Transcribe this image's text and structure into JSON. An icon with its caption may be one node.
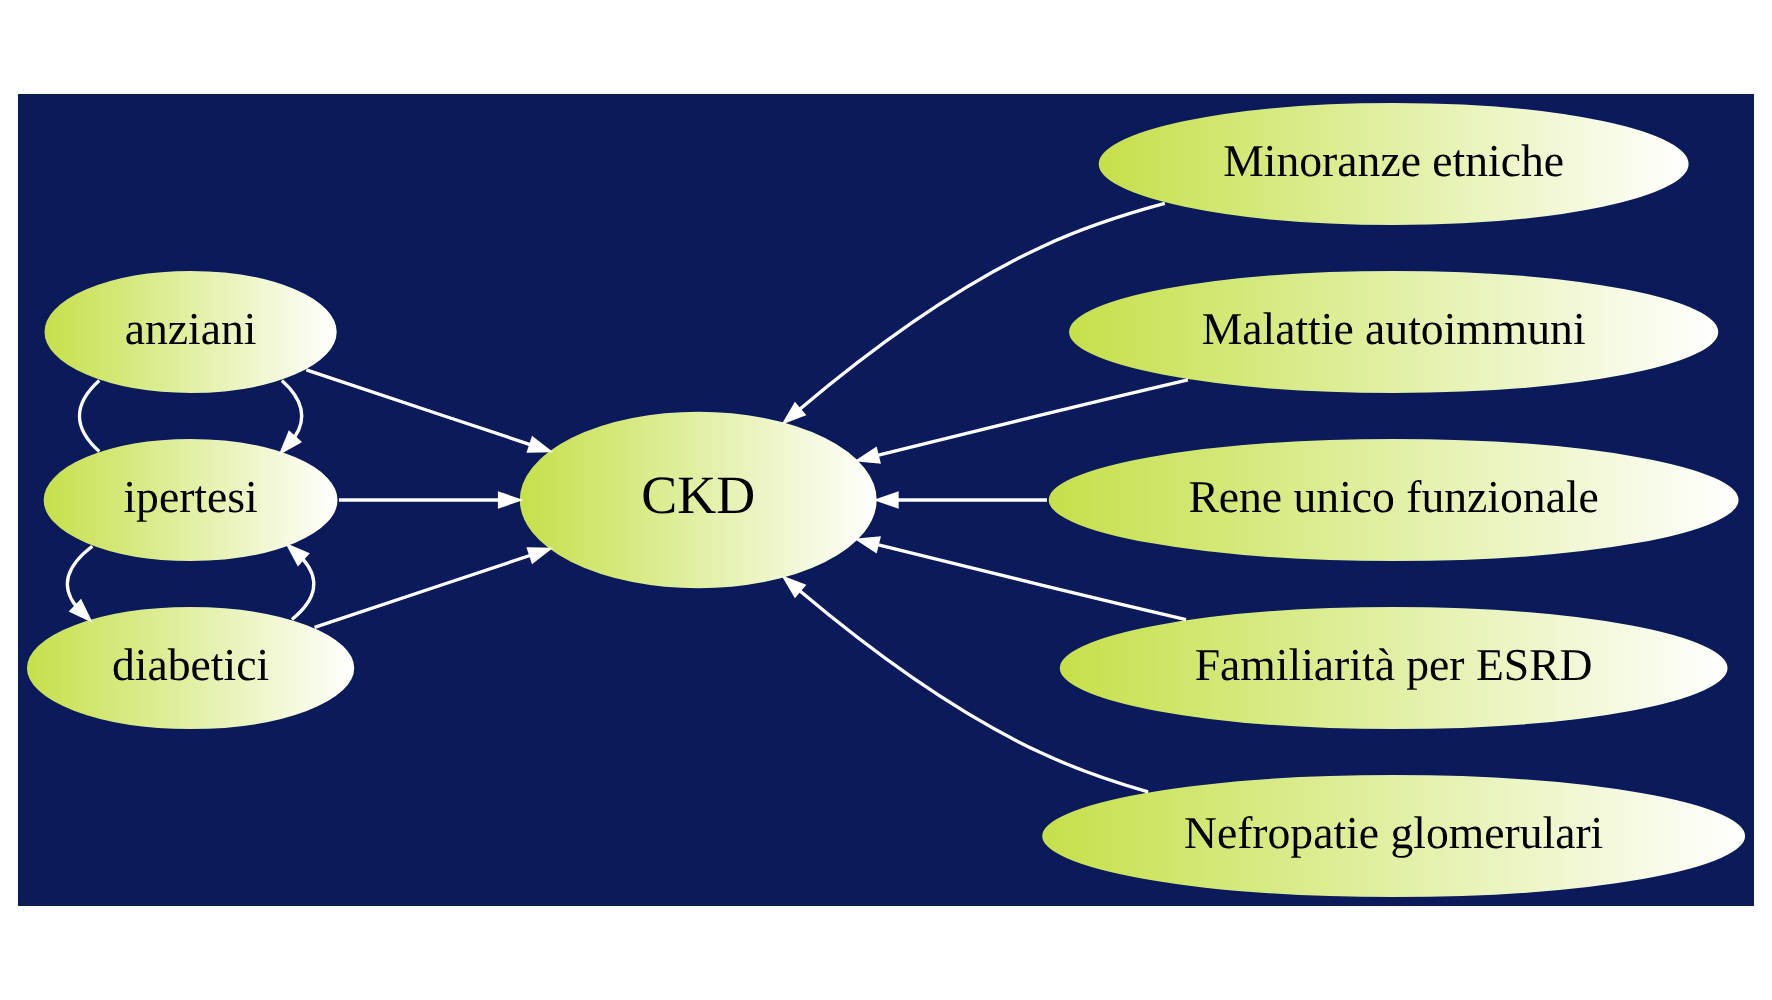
{
  "diagram": {
    "nodes": [
      {
        "text": [
          "diabetici"
        ]
      },
      {
        "text": [
          "ipertesi"
        ]
      },
      {
        "text": [
          "anziani"
        ]
      },
      {
        "text": [
          "CKD"
        ]
      },
      {
        "text": [
          "Minoranze etniche"
        ]
      },
      {
        "text": [
          "Malattie autoimmuni"
        ]
      },
      {
        "text": [
          "Rene unico funzionale"
        ]
      },
      {
        "text": [
          "Familiarità per ESRD"
        ]
      },
      {
        "text": [
          "Nefropatie glomerulari"
        ]
      }
    ],
    "edges": [
      {
        "from": 0,
        "to": 3,
        "arrow": "to"
      },
      {
        "from": 1,
        "to": 3,
        "arrow": "to"
      },
      {
        "from": 2,
        "to": 3,
        "arrow": "to"
      },
      {
        "from": 0,
        "to": 1,
        "arrow": "to"
      },
      {
        "from": 1,
        "to": 0,
        "arrow": "to"
      },
      {
        "from": 2,
        "to": 1,
        "arrow": "to"
      },
      {
        "from": 1,
        "to": 2,
        "arrow": "none"
      },
      {
        "from": 4,
        "to": 3,
        "arrow": "to"
      },
      {
        "from": 5,
        "to": 3,
        "arrow": "to"
      },
      {
        "from": 6,
        "to": 3,
        "arrow": "to"
      },
      {
        "from": 7,
        "to": 3,
        "arrow": "to"
      },
      {
        "from": 8,
        "to": 3,
        "arrow": "to"
      }
    ]
  }
}
